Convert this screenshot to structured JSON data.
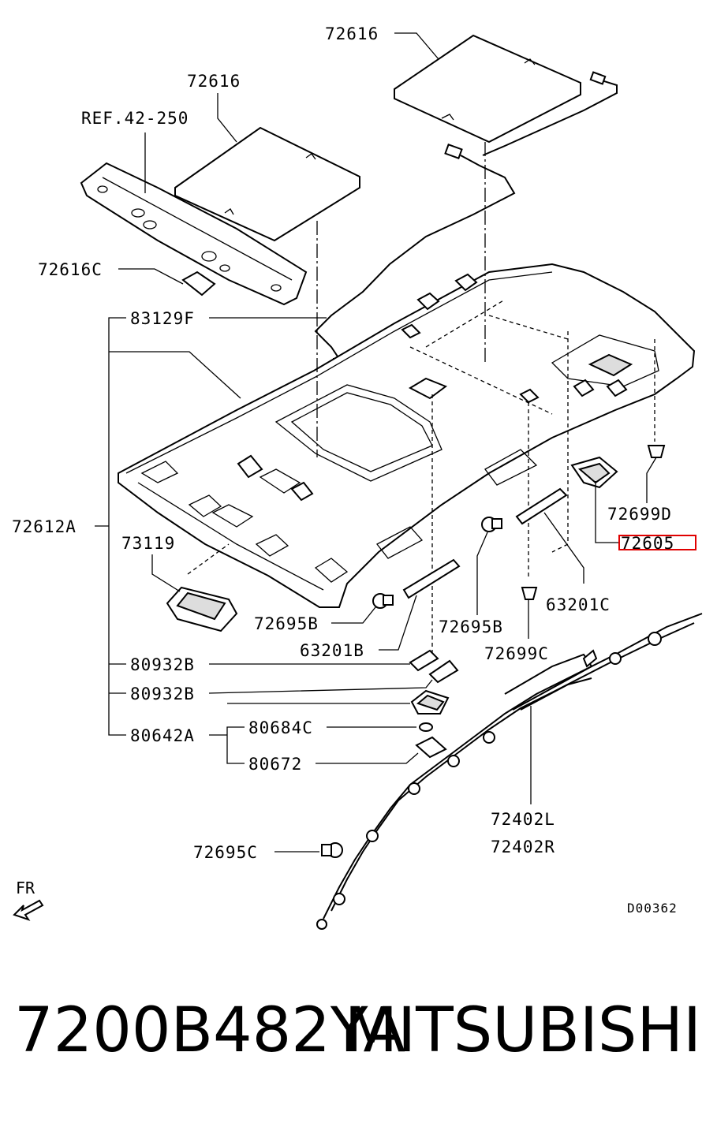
{
  "diagram": {
    "labels": {
      "l72616_top": "72616",
      "l72616_left": "72616",
      "ref": "REF.42-250",
      "l72616C": "72616C",
      "l83129F": "83129F",
      "l72612A": "72612A",
      "l73119": "73119",
      "l72695B_left": "72695B",
      "l63201B": "63201B",
      "l72695B_right": "72695B",
      "l72699C": "72699C",
      "l63201C": "63201C",
      "l72699D": "72699D",
      "l72605": "72605",
      "l80932B_a": "80932B",
      "l80932B_b": "80932B",
      "l80642A": "80642A",
      "l80684C": "80684C",
      "l80672": "80672",
      "l72402L": "72402L",
      "l72402R": "72402R",
      "l72695C": "72695C",
      "fr": "FR",
      "drawing_code": "D00362"
    },
    "highlight_color": "#e00000"
  },
  "footer": {
    "part_number": "7200B482YA",
    "brand": "MITSUBISHI"
  }
}
